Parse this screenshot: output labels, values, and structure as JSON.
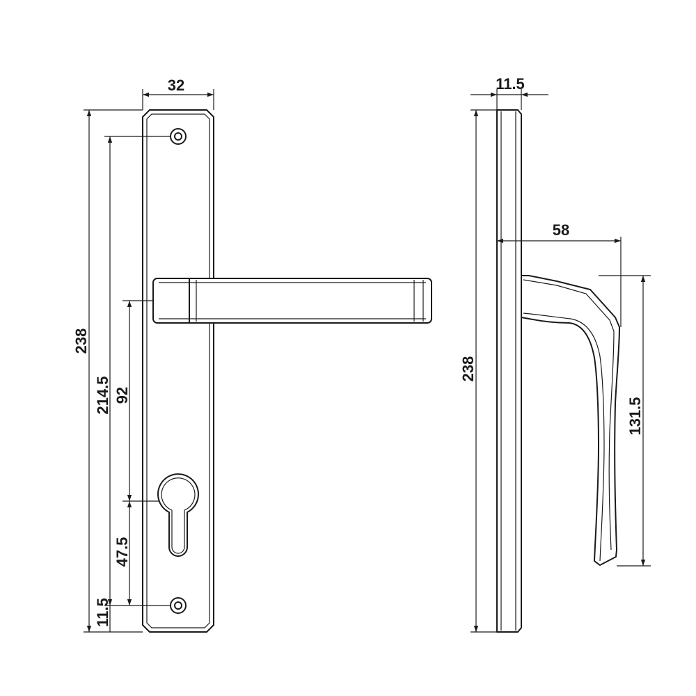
{
  "dimensions": {
    "front_plate_width": "32",
    "front_total_height": "238",
    "front_screw_spacing": "214.5",
    "front_lever_to_cylinder": "92",
    "front_cylinder_to_screw": "47.5",
    "front_screw_offset": "11.5",
    "side_plate_thickness": "11.5",
    "side_total_height": "238",
    "side_lever_projection": "58",
    "side_lever_height": "131.5"
  },
  "colors": {
    "line": "#1a1a1a",
    "background": "#ffffff"
  }
}
